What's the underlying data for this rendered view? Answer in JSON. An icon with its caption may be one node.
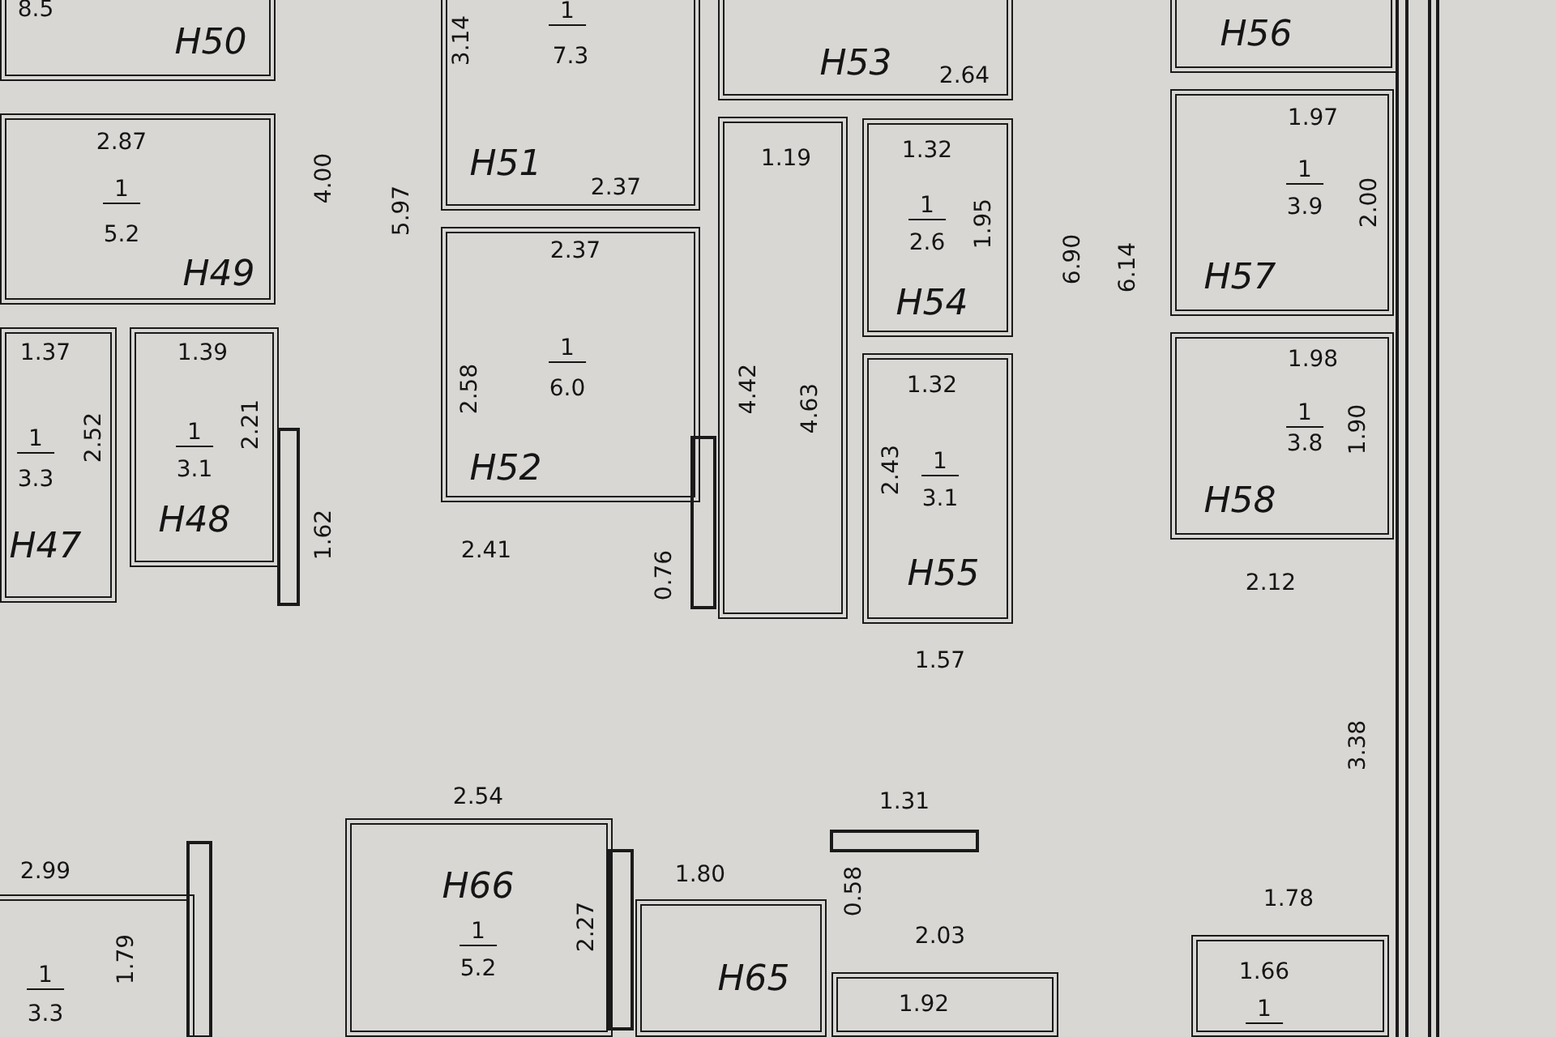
{
  "diagram": {
    "nodes": [
      {
        "text": [
          "8.5",
          "Н50"
        ]
      },
      {
        "text": [
          "2.87",
          "1",
          "5.2",
          "Н49"
        ]
      },
      {
        "text": [
          "1.37",
          "1",
          "3.3",
          "2.52",
          "Н47"
        ]
      },
      {
        "text": [
          "1.39",
          "1",
          "3.1",
          "2.21",
          "Н48"
        ]
      },
      {
        "text": [
          "3.14",
          "1",
          "7.3",
          "Н51",
          "2.37"
        ]
      },
      {
        "text": [
          "2.37",
          "2.58",
          "1",
          "6.0",
          "Н52"
        ]
      },
      {
        "text": [
          "Н53",
          "2.64"
        ]
      },
      {
        "text": [
          "1.19",
          "4.42",
          "4.63"
        ]
      },
      {
        "text": [
          "1.32",
          "1",
          "2.6",
          "1.95",
          "Н54"
        ]
      },
      {
        "text": [
          "1.32",
          "2.43",
          "1",
          "3.1",
          "Н55"
        ]
      },
      {
        "text": [
          "Н56"
        ]
      },
      {
        "text": [
          "1.97",
          "1",
          "3.9",
          "2.00",
          "Н57"
        ]
      },
      {
        "text": [
          "1.98",
          "1",
          "3.8",
          "1.90",
          "Н58"
        ]
      },
      {
        "text": [
          "Н66",
          "1",
          "5.2",
          "2.27"
        ]
      },
      {
        "text": [
          "Н65"
        ]
      },
      {
        "text": [
          "1.92"
        ]
      },
      {
        "text": [
          "1",
          "3.3",
          "1.79"
        ]
      },
      {
        "text": [
          "1.66",
          "1"
        ]
      }
    ],
    "labels": [
      "4.00",
      "1.62",
      "5.97",
      "2.41",
      "0.76",
      "6.90",
      "6.14",
      "2.12",
      "1.57",
      "3.38",
      "2.99",
      "2.54",
      "1.31",
      "1.80",
      "0.58",
      "2.03",
      "1.78"
    ]
  }
}
